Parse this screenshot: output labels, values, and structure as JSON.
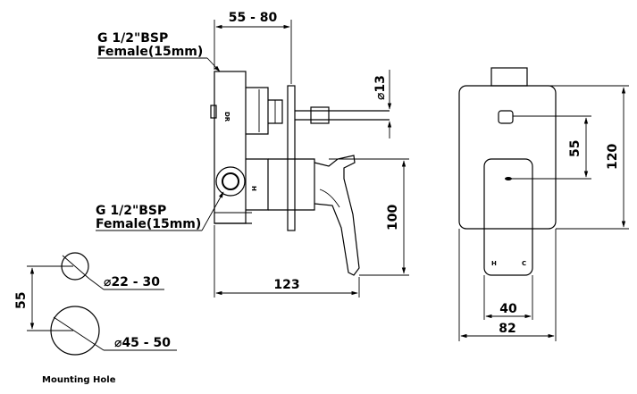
{
  "labels": {
    "thread_top_line1": "G 1/2\"BSP",
    "thread_top_line2": "Female(15mm)",
    "thread_bottom_line1": "G 1/2\"BSP",
    "thread_bottom_line2": "Female(15mm)",
    "mounting_hole": "Mounting Hole",
    "body_mark": "DR",
    "body_mark_2": "H",
    "handle_hot": "H",
    "handle_cold": "C"
  },
  "dimensions": {
    "body_depth": "55 - 80",
    "outlet_diameter": "13",
    "side_height": "100",
    "overall_depth": "123",
    "hole_spacing": "55",
    "small_hole_diameter": "22 - 30",
    "large_hole_diameter": "45 - 50",
    "plate_center_spacing": "55",
    "plate_height": "120",
    "handle_width": "40",
    "plate_width": "82"
  }
}
